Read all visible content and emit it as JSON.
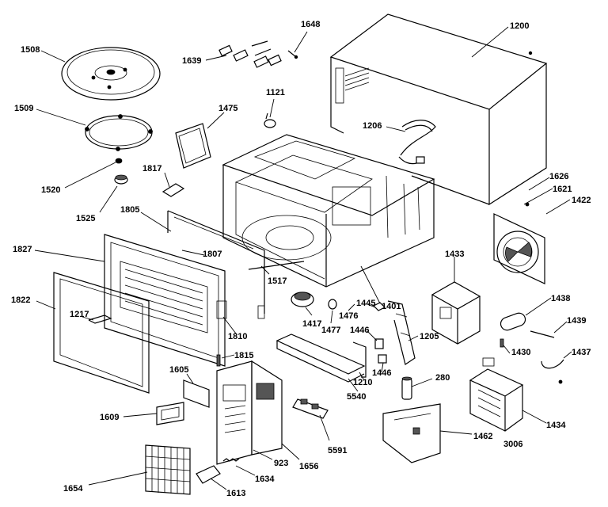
{
  "part_labels": {
    "p1508": "1508",
    "p1509": "1509",
    "p1520": "1520",
    "p1525": "1525",
    "p1639": "1639",
    "p1648": "1648",
    "p1121": "1121",
    "p1475": "1475",
    "p1200": "1200",
    "p1206": "1206",
    "p1817": "1817",
    "p1805": "1805",
    "p1827": "1827",
    "p1807": "1807",
    "p1517": "1517",
    "p1822": "1822",
    "p1217": "1217",
    "p1810": "1810",
    "p1815": "1815",
    "p1417": "1417",
    "p1477": "1477",
    "p1476": "1476",
    "p1445": "1445",
    "p1401": "1401",
    "p1446a": "1446",
    "p1446b": "1446",
    "p1205": "1205",
    "p1210": "1210",
    "p5540": "5540",
    "p1433": "1433",
    "p1626": "1626",
    "p1621": "1621",
    "p1422": "1422",
    "p1438": "1438",
    "p1439": "1439",
    "p1430": "1430",
    "p1437": "1437",
    "p1434": "1434",
    "p3006": "3006",
    "p280": "280",
    "p1462": "1462",
    "p1605": "1605",
    "p1609": "1609",
    "p1654": "1654",
    "p1613": "1613",
    "p1634": "1634",
    "p923": "923",
    "p1656": "1656",
    "p5591": "5591"
  }
}
